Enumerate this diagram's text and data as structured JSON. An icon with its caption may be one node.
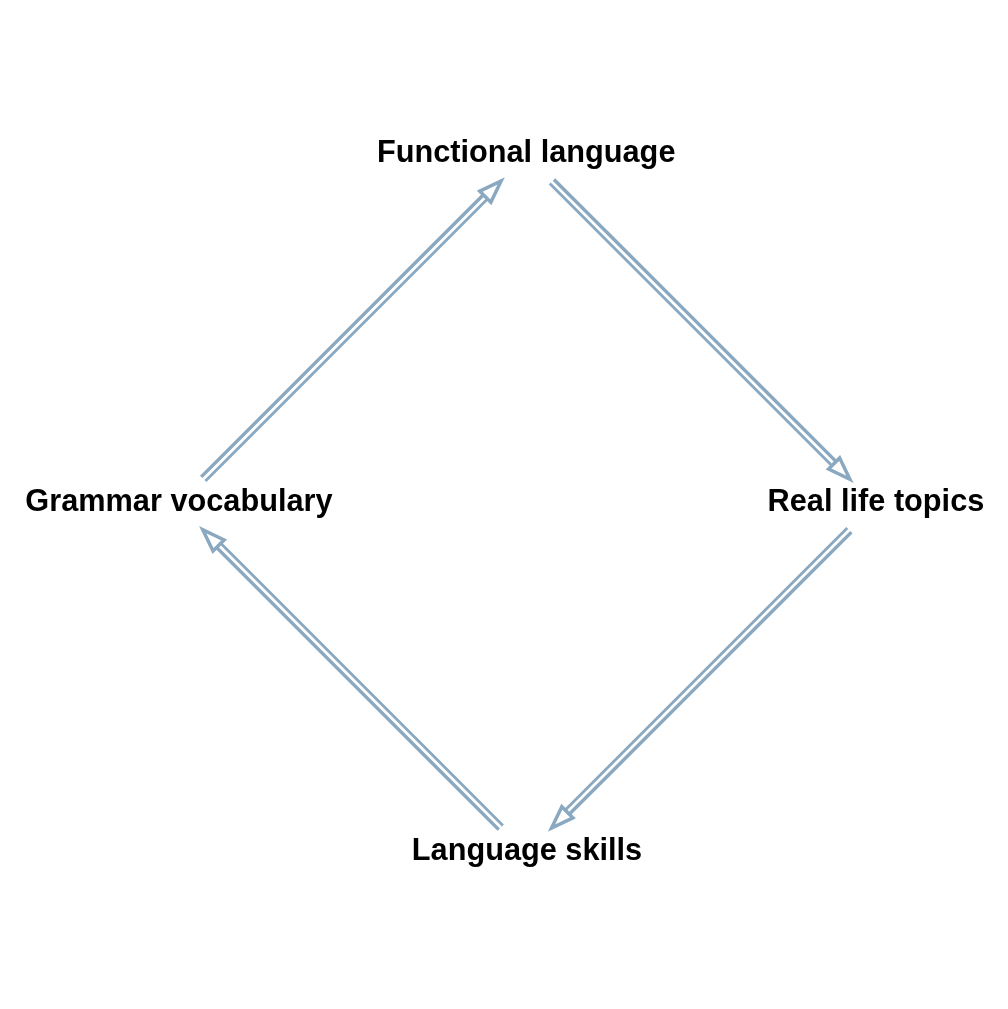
{
  "diagram": {
    "nodes": [
      {
        "text": [
          "Language skills"
        ]
      },
      {
        "text": [
          "Grammar vocabulary"
        ]
      },
      {
        "text": [
          "Functional language"
        ]
      },
      {
        "text": [
          "Real life topics"
        ]
      }
    ],
    "edges": [
      {
        "from": 0,
        "to": 1,
        "arrow": "to"
      },
      {
        "from": 1,
        "to": 2,
        "arrow": "to"
      },
      {
        "from": 2,
        "to": 3,
        "arrow": "to"
      },
      {
        "from": 3,
        "to": 0,
        "arrow": "to"
      }
    ]
  }
}
